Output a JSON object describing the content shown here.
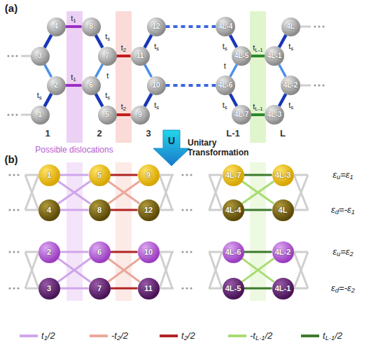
{
  "diagram": {
    "nodes": [
      {
        "text": [
          "1"
        ]
      },
      {
        "text": [
          "2"
        ]
      },
      {
        "text": [
          "3"
        ]
      },
      {
        "text": [
          "4"
        ]
      },
      {
        "text": [
          "5"
        ]
      },
      {
        "text": [
          "6"
        ]
      },
      {
        "text": [
          "7"
        ]
      },
      {
        "text": [
          "8"
        ]
      },
      {
        "text": [
          "9"
        ]
      },
      {
        "text": [
          "10"
        ]
      },
      {
        "text": [
          "11"
        ]
      },
      {
        "text": [
          "12"
        ]
      },
      {
        "text": [
          "4L-7"
        ]
      },
      {
        "text": [
          "4L-6"
        ]
      },
      {
        "text": [
          "4L-5"
        ]
      },
      {
        "text": [
          "4L-4"
        ]
      },
      {
        "text": [
          "4L-3"
        ]
      },
      {
        "text": [
          "4L-2"
        ]
      },
      {
        "text": [
          "4L-1"
        ]
      },
      {
        "text": [
          "4L"
        ]
      },
      {
        "text": [
          "1"
        ]
      },
      {
        "text": [
          "5"
        ]
      },
      {
        "text": [
          "9"
        ]
      },
      {
        "text": [
          "4L-7"
        ]
      },
      {
        "text": [
          "4L-3"
        ]
      },
      {
        "text": [
          "4"
        ]
      },
      {
        "text": [
          "8"
        ]
      },
      {
        "text": [
          "12"
        ]
      },
      {
        "text": [
          "4L-4"
        ]
      },
      {
        "text": [
          "4L"
        ]
      },
      {
        "text": [
          "2"
        ]
      },
      {
        "text": [
          "6"
        ]
      },
      {
        "text": [
          "10"
        ]
      },
      {
        "text": [
          "4L-6"
        ]
      },
      {
        "text": [
          "4L-2"
        ]
      },
      {
        "text": [
          "3"
        ]
      },
      {
        "text": [
          "7"
        ]
      },
      {
        "text": [
          "11"
        ]
      },
      {
        "text": [
          "4L-5"
        ]
      },
      {
        "text": [
          "4L-1"
        ]
      }
    ],
    "edges": [
      {
        "from": 2,
        "to": 3,
        "arrow": "none"
      },
      {
        "from": 1,
        "to": 2,
        "arrow": "none"
      },
      {
        "from": 0,
        "to": 1,
        "arrow": "none",
        "label": "ts"
      },
      {
        "from": 6,
        "to": 7,
        "arrow": "none",
        "label": "ts"
      },
      {
        "from": 5,
        "to": 6,
        "arrow": "none",
        "label": "t"
      },
      {
        "from": 4,
        "to": 5,
        "arrow": "none",
        "label": "ts"
      },
      {
        "from": 10,
        "to": 11,
        "arrow": "none",
        "label": "ts"
      },
      {
        "from": 9,
        "to": 10,
        "arrow": "none"
      },
      {
        "from": 8,
        "to": 9,
        "arrow": "none",
        "label": "ts"
      },
      {
        "from": 14,
        "to": 15,
        "arrow": "none",
        "label": "ts"
      },
      {
        "from": 13,
        "to": 14,
        "arrow": "none",
        "label": "t"
      },
      {
        "from": 12,
        "to": 13,
        "arrow": "none",
        "label": "ts"
      },
      {
        "from": 18,
        "to": 19,
        "arrow": "none",
        "label": "ts"
      },
      {
        "from": 17,
        "to": 18,
        "arrow": "none"
      },
      {
        "from": 16,
        "to": 17,
        "arrow": "none",
        "label": "ts"
      },
      {
        "from": 3,
        "to": 7,
        "arrow": "none",
        "label": "t1"
      },
      {
        "from": 1,
        "to": 5,
        "arrow": "none",
        "label": "t1"
      },
      {
        "from": 6,
        "to": 10,
        "arrow": "none",
        "label": "t2"
      },
      {
        "from": 4,
        "to": 8,
        "arrow": "none",
        "label": "t2"
      },
      {
        "from": 11,
        "to": 15,
        "arrow": "none"
      },
      {
        "from": 9,
        "to": 13,
        "arrow": "none"
      },
      {
        "from": 14,
        "to": 18,
        "arrow": "none",
        "label": "tL-1"
      },
      {
        "from": 12,
        "to": 16,
        "arrow": "none",
        "label": "tL-1"
      },
      {
        "from": 20,
        "to": 21,
        "arrow": "none"
      },
      {
        "from": 25,
        "to": 26,
        "arrow": "none"
      },
      {
        "from": 20,
        "to": 26,
        "arrow": "none"
      },
      {
        "from": 25,
        "to": 21,
        "arrow": "none"
      },
      {
        "from": 30,
        "to": 31,
        "arrow": "none"
      },
      {
        "from": 35,
        "to": 36,
        "arrow": "none"
      },
      {
        "from": 30,
        "to": 36,
        "arrow": "none"
      },
      {
        "from": 35,
        "to": 31,
        "arrow": "none"
      },
      {
        "from": 21,
        "to": 22,
        "arrow": "none"
      },
      {
        "from": 26,
        "to": 27,
        "arrow": "none"
      },
      {
        "from": 21,
        "to": 27,
        "arrow": "none"
      },
      {
        "from": 26,
        "to": 22,
        "arrow": "none"
      },
      {
        "from": 31,
        "to": 32,
        "arrow": "none"
      },
      {
        "from": 36,
        "to": 37,
        "arrow": "none"
      },
      {
        "from": 31,
        "to": 37,
        "arrow": "none"
      },
      {
        "from": 36,
        "to": 32,
        "arrow": "none"
      },
      {
        "from": 23,
        "to": 24,
        "arrow": "none"
      },
      {
        "from": 28,
        "to": 29,
        "arrow": "none"
      },
      {
        "from": 23,
        "to": 29,
        "arrow": "none"
      },
      {
        "from": 28,
        "to": 24,
        "arrow": "none"
      },
      {
        "from": 33,
        "to": 34,
        "arrow": "none"
      },
      {
        "from": 38,
        "to": 39,
        "arrow": "none"
      },
      {
        "from": 33,
        "to": 39,
        "arrow": "none"
      },
      {
        "from": 38,
        "to": 34,
        "arrow": "none"
      }
    ],
    "labels": [
      "(a)",
      "(b)",
      "1",
      "2",
      "3",
      "L-1",
      "L",
      "Possible dislocations",
      "U",
      "Unitary Transformation",
      "εu=ε1",
      "εd=-ε1",
      "εu=ε2",
      "εd=-ε2"
    ],
    "legend": [
      {
        "text": "t1/2"
      },
      {
        "text": "-t2/2"
      },
      {
        "text": "t2/2"
      },
      {
        "text": "-tL-1/2"
      },
      {
        "text": "tL-1/2"
      }
    ]
  }
}
